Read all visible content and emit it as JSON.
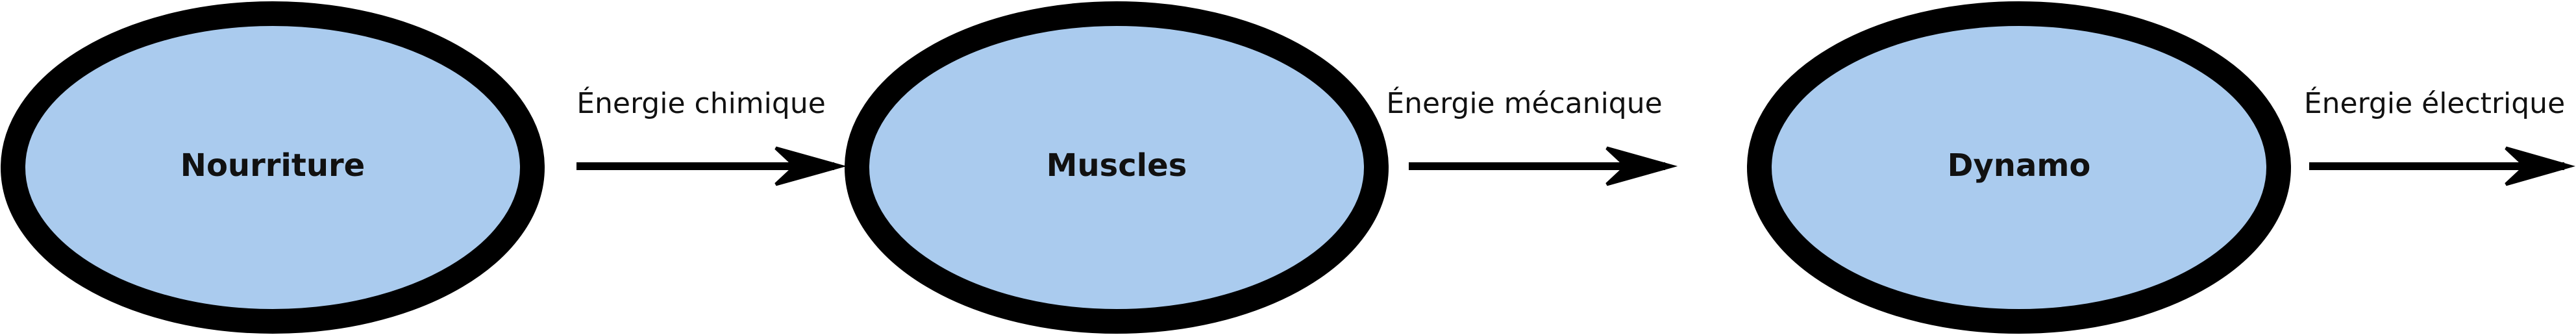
{
  "diagram": {
    "colors": {
      "node_fill": "#aacbee",
      "node_stroke": "#000000",
      "arrow": "#000000",
      "background": "#ffffff"
    },
    "nodes": [
      {
        "id": "food",
        "label": "Nourriture"
      },
      {
        "id": "muscles",
        "label": "Muscles"
      },
      {
        "id": "dynamo",
        "label": "Dynamo"
      }
    ],
    "edges": [
      {
        "from": "food",
        "to": "muscles",
        "label": "Énergie chimique"
      },
      {
        "from": "muscles",
        "to": "dynamo",
        "label": "Énergie mécanique"
      },
      {
        "from": "dynamo",
        "to": "",
        "label": "Énergie électrique"
      }
    ]
  }
}
